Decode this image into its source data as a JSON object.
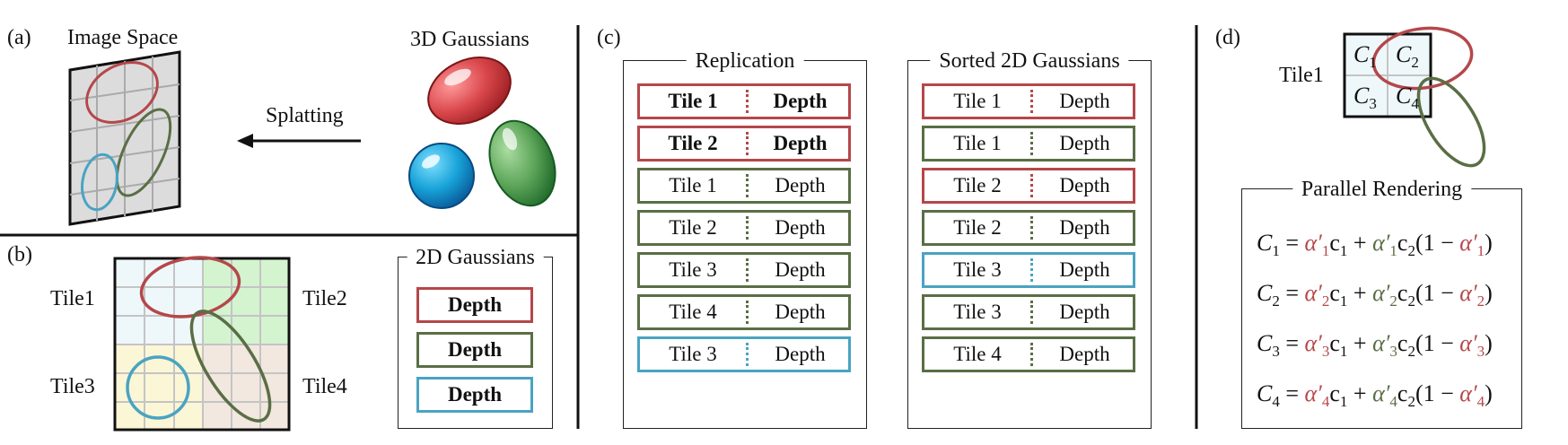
{
  "panel_a": {
    "tag": "(a)",
    "image_space": "Image Space",
    "gaussians_3d": "3D Gaussians",
    "splatting": "Splatting"
  },
  "panel_b": {
    "tag": "(b)",
    "tile1": "Tile1",
    "tile2": "Tile2",
    "tile3": "Tile3",
    "tile4": "Tile4",
    "legend_title": "2D Gaussians",
    "legend_items": [
      "Depth",
      "Depth",
      "Depth"
    ]
  },
  "panel_c": {
    "tag": "(c)",
    "replication_title": "Replication",
    "replication_rows": [
      {
        "tile": "Tile 1",
        "depth": "Depth",
        "color": "#b5474a"
      },
      {
        "tile": "Tile 2",
        "depth": "Depth",
        "color": "#b5474a"
      },
      {
        "tile": "Tile 1",
        "depth": "Depth",
        "color": "#5a6e45"
      },
      {
        "tile": "Tile 2",
        "depth": "Depth",
        "color": "#5a6e45"
      },
      {
        "tile": "Tile 3",
        "depth": "Depth",
        "color": "#5a6e45"
      },
      {
        "tile": "Tile 4",
        "depth": "Depth",
        "color": "#5a6e45"
      },
      {
        "tile": "Tile 3",
        "depth": "Depth",
        "color": "#4aa3c2"
      }
    ],
    "sorted_title": "Sorted 2D Gaussians",
    "sorted_rows": [
      {
        "tile": "Tile 1",
        "depth": "Depth",
        "color": "#b5474a"
      },
      {
        "tile": "Tile 1",
        "depth": "Depth",
        "color": "#5a6e45"
      },
      {
        "tile": "Tile 2",
        "depth": "Depth",
        "color": "#b5474a"
      },
      {
        "tile": "Tile 2",
        "depth": "Depth",
        "color": "#5a6e45"
      },
      {
        "tile": "Tile 3",
        "depth": "Depth",
        "color": "#4aa3c2"
      },
      {
        "tile": "Tile 3",
        "depth": "Depth",
        "color": "#5a6e45"
      },
      {
        "tile": "Tile 4",
        "depth": "Depth",
        "color": "#5a6e45"
      }
    ]
  },
  "panel_d": {
    "tag": "(d)",
    "tile_label": "Tile1",
    "render_title": "Parallel Rendering"
  },
  "colors": {
    "red": "#b5474a",
    "green": "#5a6e45",
    "blue": "#4aa3c2"
  }
}
